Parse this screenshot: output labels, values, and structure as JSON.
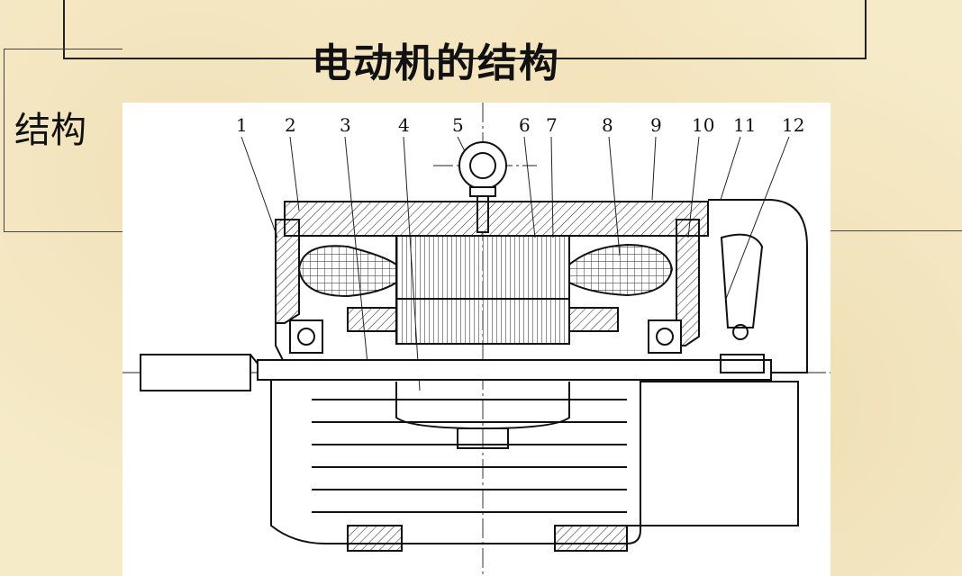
{
  "page": {
    "title": "电动机的结构",
    "section_label": "结构"
  },
  "drawing": {
    "part_numbers": [
      "1",
      "2",
      "3",
      "4",
      "5",
      "6",
      "7",
      "8",
      "9",
      "10",
      "11",
      "12"
    ]
  }
}
